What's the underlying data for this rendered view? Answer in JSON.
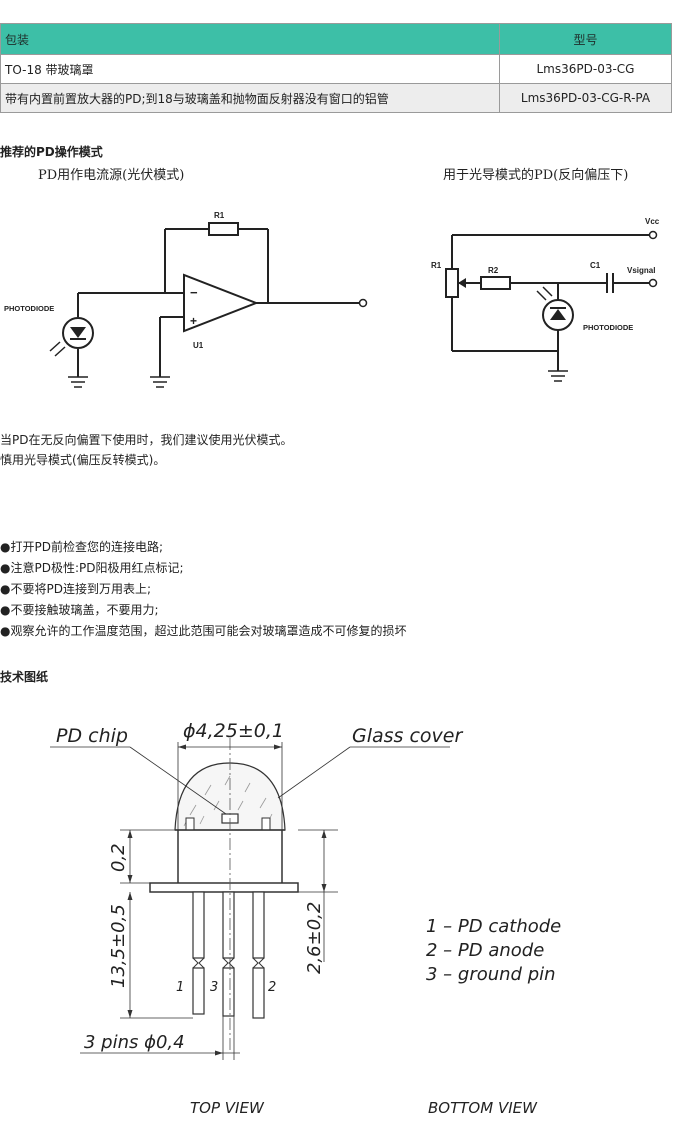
{
  "table": {
    "headers": [
      "包装",
      "型号"
    ],
    "rows": [
      [
        "TO-18 带玻璃罩",
        "Lms36PD-03-CG"
      ],
      [
        "带有内置前置放大器的PD;到18与玻璃盖和抛物面反射器没有窗口的铝管",
        "Lms36PD-03-CG-R-PA"
      ]
    ]
  },
  "modes": {
    "heading": "推荐的PD操作模式",
    "pv_title": "PD用作电流源(光伏模式)",
    "pc_title": "用于光导模式的PD(反向偏压下)"
  },
  "circuit1": {
    "r1": "R1",
    "u1": "U1",
    "photodiode": "PHOTODIODE",
    "minus": "−",
    "plus": "+"
  },
  "circuit2": {
    "vcc": "Vcc",
    "r1": "R1",
    "r2": "R2",
    "c1": "C1",
    "vsignal": "Vsignal",
    "photodiode": "PHOTODIODE"
  },
  "notes": [
    "当PD在无反向偏置下使用时，我们建议使用光伏模式。",
    "慎用光导模式(偏压反转模式)。"
  ],
  "bullets": [
    "●打开PD前检查您的连接电路;",
    "●注意PD极性:PD阳极用红点标记;",
    "●不要将PD连接到万用表上;",
    "●不要接触玻璃盖，不要用力;",
    "●观察允许的工作温度范围，超过此范围可能会对玻璃罩造成不可修复的损坏"
  ],
  "drawing": {
    "heading": "技术图纸",
    "pd_chip": "PD chip",
    "diameter": "ϕ4,25±0,1",
    "glass_cover": "Glass cover",
    "dim_02": "0,2",
    "dim_135": "13,5±0,5",
    "dim_26": "2,6±0,2",
    "pin1": "1",
    "pin2": "2",
    "pin3": "3",
    "pins": "3 pins ϕ0,4",
    "legend": [
      "1 – PD cathode",
      "2 – PD anode",
      "3 – ground pin"
    ],
    "top_view": "TOP VIEW",
    "bottom_view": "BOTTOM VIEW"
  }
}
